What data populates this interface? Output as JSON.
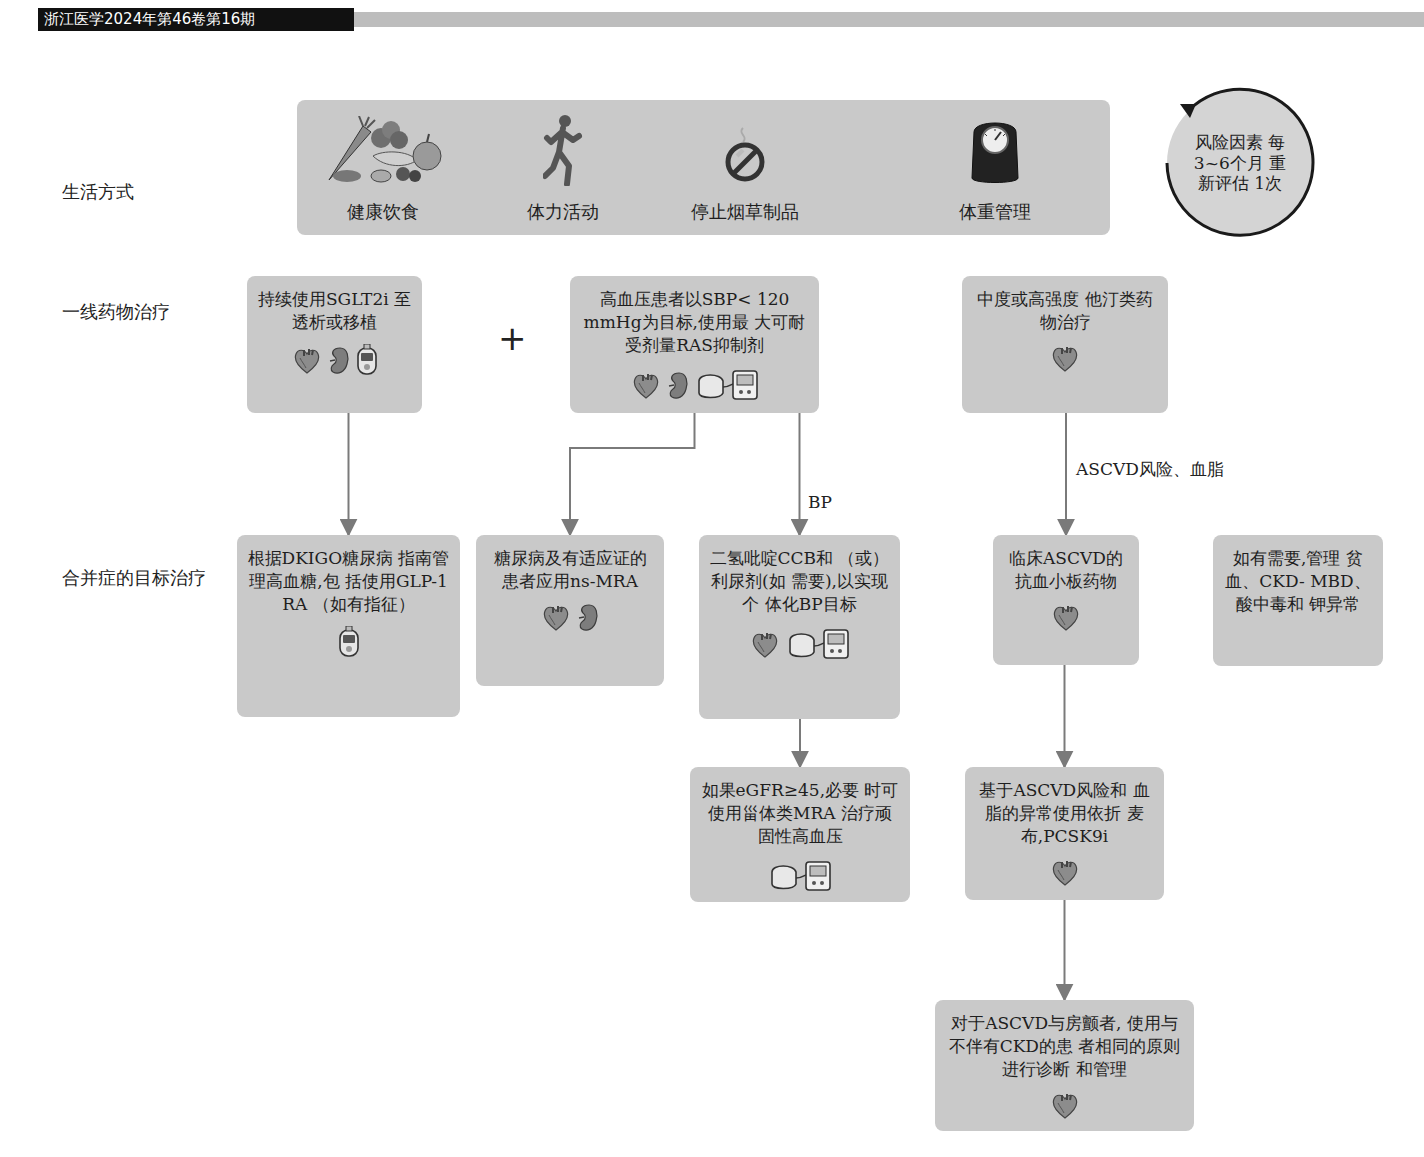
{
  "diagram": {
    "nodes": [
      {
        "text": [
          "健康饮食",
          "体力活动",
          "停止烟草制品",
          "体重管理"
        ]
      },
      {
        "text": [
          "风险因素 每3~6个月 重新评估 1次"
        ]
      },
      {
        "text": [
          "持续使用SGLT2i 至透析或移植"
        ]
      },
      {
        "text": [
          "高血压患者以SBP< 120 mmHg为目标,使用最 大可耐受剂量RAS抑制剂"
        ]
      },
      {
        "text": [
          "中度或高强度 他汀类药物治疗"
        ]
      },
      {
        "text": [
          "根据DKIGO糖尿病 指南管理高血糖,包 括使用GLP-1 RA （如有指征）"
        ]
      },
      {
        "text": [
          "糖尿病及有适应证的 患者应用ns-MRA"
        ]
      },
      {
        "text": [
          "二氢吡啶CCB和 （或）利尿剂(如 需要),以实现个 体化BP目标"
        ]
      },
      {
        "text": [
          "临床ASCVD的 抗血小板药物"
        ]
      },
      {
        "text": [
          "如有需要,管理 贫血、CKD- MBD、酸中毒和 钾异常"
        ]
      },
      {
        "text": [
          "如果eGFR≥45,必要 时可使用甾体类MRA 治疗顽固性高血压"
        ]
      },
      {
        "text": [
          "基于ASCVD风险和 血脂的异常使用依折 麦布,PCSK9i"
        ]
      },
      {
        "text": [
          "对于ASCVD与房颤者, 使用与不伴有CKD的患 者相同的原则进行诊断 和管理"
        ]
      }
    ],
    "edges": [
      {
        "from": 2,
        "to": 5,
        "arrow": "to"
      },
      {
        "from": 3,
        "to": 6,
        "arrow": "to"
      },
      {
        "from": 3,
        "to": 7,
        "arrow": "to",
        "label": "BP"
      },
      {
        "from": 4,
        "to": 8,
        "arrow": "to",
        "label": "ASCVD风险、血脂"
      },
      {
        "from": 7,
        "to": 10,
        "arrow": "to"
      },
      {
        "from": 8,
        "to": 11,
        "arrow": "to"
      },
      {
        "from": 11,
        "to": 12,
        "arrow": "to"
      }
    ],
    "labels": [
      "浙江医学2024年第46卷第16期",
      "生活方式",
      "一线药物治疗",
      "合并症的目标治疗",
      "+"
    ]
  }
}
